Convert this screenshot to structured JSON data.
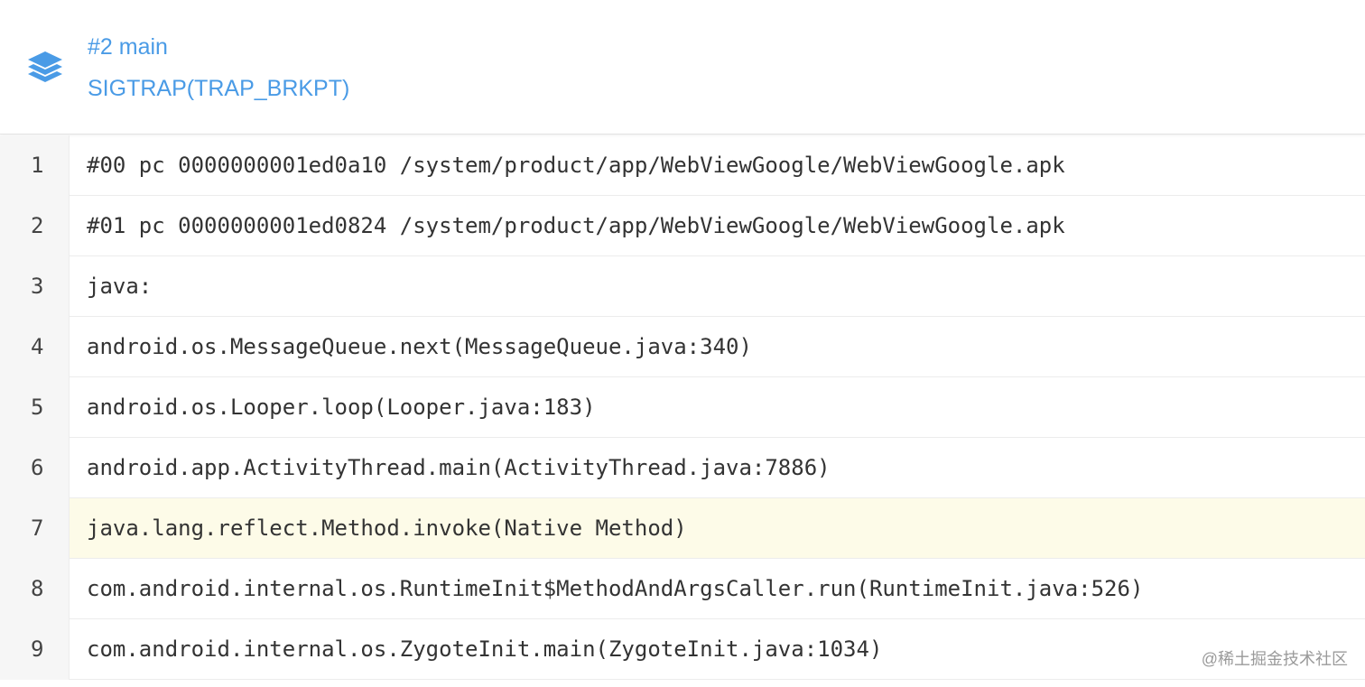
{
  "thread_header": {
    "icon": "layers-icon",
    "name": "#2 main",
    "signal": "SIGTRAP(TRAP_BRKPT)",
    "accent_color": "#4a9be6"
  },
  "code_lines": [
    {
      "number": "1",
      "text": "#00 pc 0000000001ed0a10 /system/product/app/WebViewGoogle/WebViewGoogle.apk",
      "highlight": false
    },
    {
      "number": "2",
      "text": "#01 pc 0000000001ed0824 /system/product/app/WebViewGoogle/WebViewGoogle.apk",
      "highlight": false
    },
    {
      "number": "3",
      "text": "java:",
      "highlight": false
    },
    {
      "number": "4",
      "text": "android.os.MessageQueue.next(MessageQueue.java:340)",
      "highlight": false
    },
    {
      "number": "5",
      "text": "android.os.Looper.loop(Looper.java:183)",
      "highlight": false
    },
    {
      "number": "6",
      "text": "android.app.ActivityThread.main(ActivityThread.java:7886)",
      "highlight": false
    },
    {
      "number": "7",
      "text": "java.lang.reflect.Method.invoke(Native Method)",
      "highlight": true
    },
    {
      "number": "8",
      "text": "com.android.internal.os.RuntimeInit$MethodAndArgsCaller.run(RuntimeInit.java:526)",
      "highlight": false
    },
    {
      "number": "9",
      "text": "com.android.internal.os.ZygoteInit.main(ZygoteInit.java:1034)",
      "highlight": false
    }
  ],
  "highlight_color": "#fdfbe8",
  "watermark": "@稀土掘金技术社区"
}
